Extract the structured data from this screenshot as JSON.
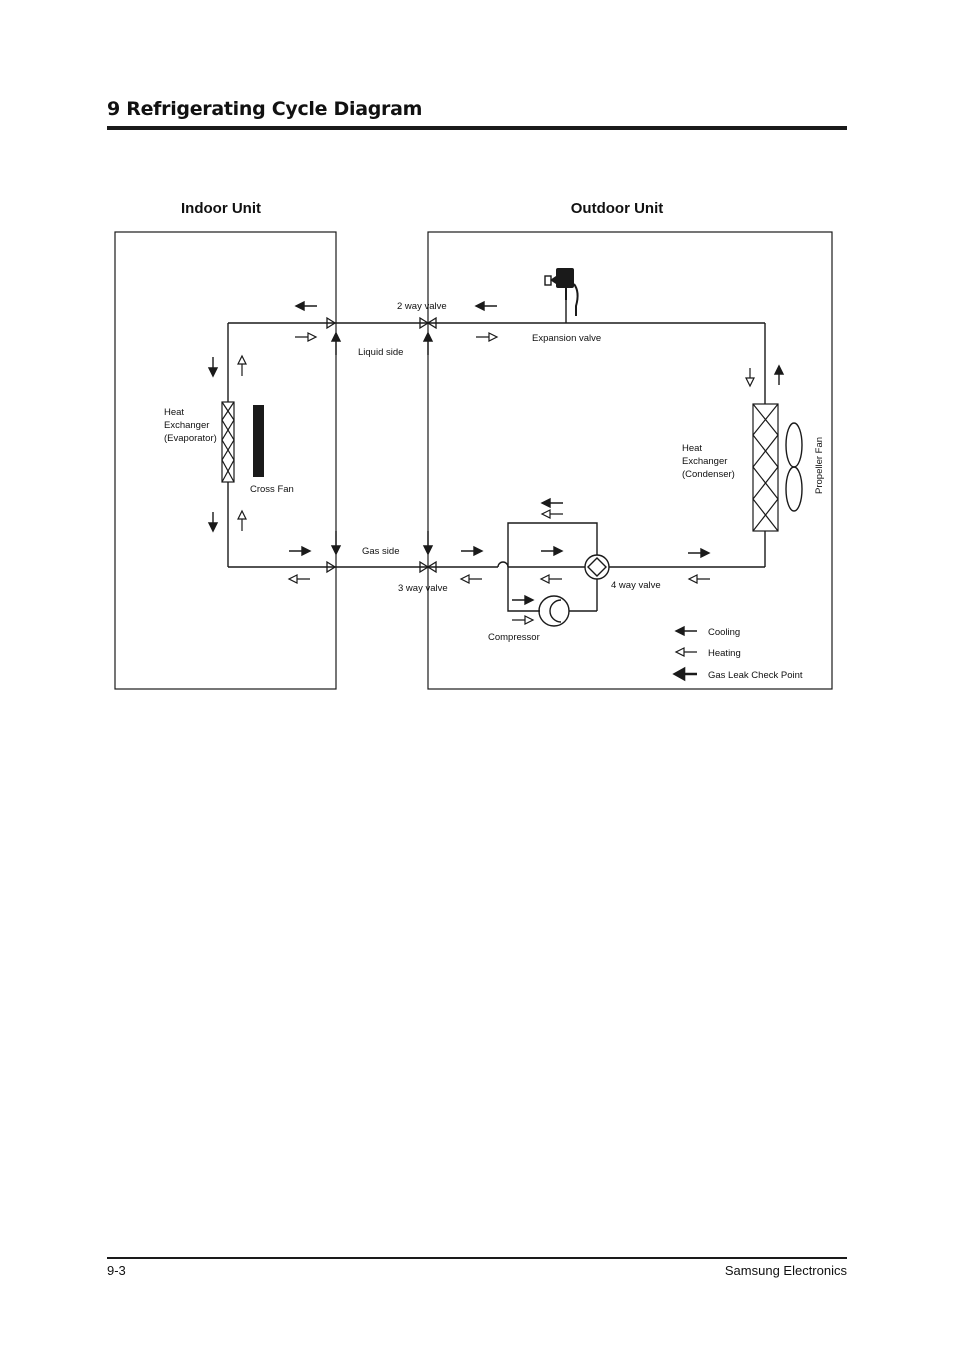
{
  "page": {
    "section_title": "9 Refrigerating Cycle Diagram",
    "page_number": "9-3",
    "company": "Samsung Electronics"
  },
  "diagram": {
    "indoor_unit_label": "Indoor Unit",
    "outdoor_unit_label": "Outdoor Unit",
    "labels": {
      "two_way_valve": "2 way valve",
      "expansion_valve": "Expansion valve",
      "liquid_side": "Liquid side",
      "gas_side": "Gas side",
      "three_way_valve": "3 way valve",
      "four_way_valve": "4 way valve",
      "compressor": "Compressor",
      "cross_fan": "Cross Fan",
      "propeller_fan": "Propeller Fan",
      "evaporator_line1": "Heat",
      "evaporator_line2": "Exchanger",
      "evaporator_line3": "(Evaporator)",
      "condenser_line1": "Heat",
      "condenser_line2": "Exchanger",
      "condenser_line3": "(Condenser)"
    },
    "legend": {
      "cooling": "Cooling",
      "heating": "Heating",
      "gas_leak": "Gas Leak Check Point"
    },
    "colors": {
      "line": "#1a1a1a",
      "background": "#ffffff"
    }
  }
}
